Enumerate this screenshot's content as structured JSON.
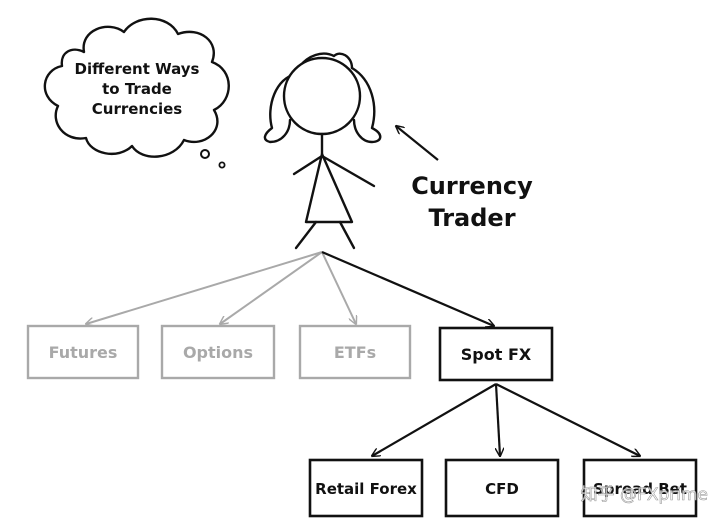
{
  "cloud": {
    "lines": [
      "Different Ways",
      "to Trade",
      "Currencies"
    ]
  },
  "trader": {
    "lines": [
      "Currency",
      "Trader"
    ]
  },
  "level1": [
    {
      "label": "Futures",
      "muted": true
    },
    {
      "label": "Options",
      "muted": true
    },
    {
      "label": "ETFs",
      "muted": true
    },
    {
      "label": "Spot FX",
      "muted": false
    }
  ],
  "level2": [
    {
      "label": "Retail Forex"
    },
    {
      "label": "CFD"
    },
    {
      "label": "Spread Bet"
    }
  ],
  "watermark": "知乎 @FXprime",
  "colors": {
    "ink": "#111111",
    "muted": "#a9a9a9",
    "background": "#ffffff"
  }
}
